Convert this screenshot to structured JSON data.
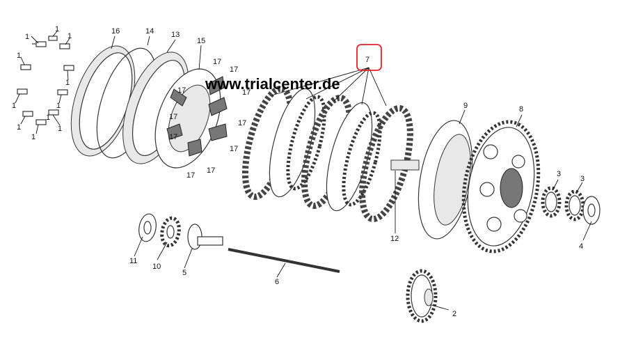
{
  "watermark": "www.trialcenter.de",
  "highlight_color": "#e8202a",
  "callouts": {
    "c1a": "1",
    "c1b": "1",
    "c1c": "1",
    "c1d": "1",
    "c1e": "1",
    "c1f": "1",
    "c1g": "1",
    "c1h": "1",
    "c1i": "1",
    "c1j": "1",
    "c1k": "1",
    "c16": "16",
    "c14": "14",
    "c13": "13",
    "c15": "15",
    "c17a": "17",
    "c17b": "17",
    "c17c": "17",
    "c17d": "17",
    "c17e": "17",
    "c17f": "17",
    "c17g": "17",
    "c17h": "17",
    "c17i": "17",
    "c17j": "17",
    "c7": "7",
    "c9": "9",
    "c8": "8",
    "c3a": "3",
    "c3b": "3",
    "c4": "4",
    "c12": "12",
    "c11": "11",
    "c10": "10",
    "c5": "5",
    "c6": "6",
    "c2": "2"
  }
}
